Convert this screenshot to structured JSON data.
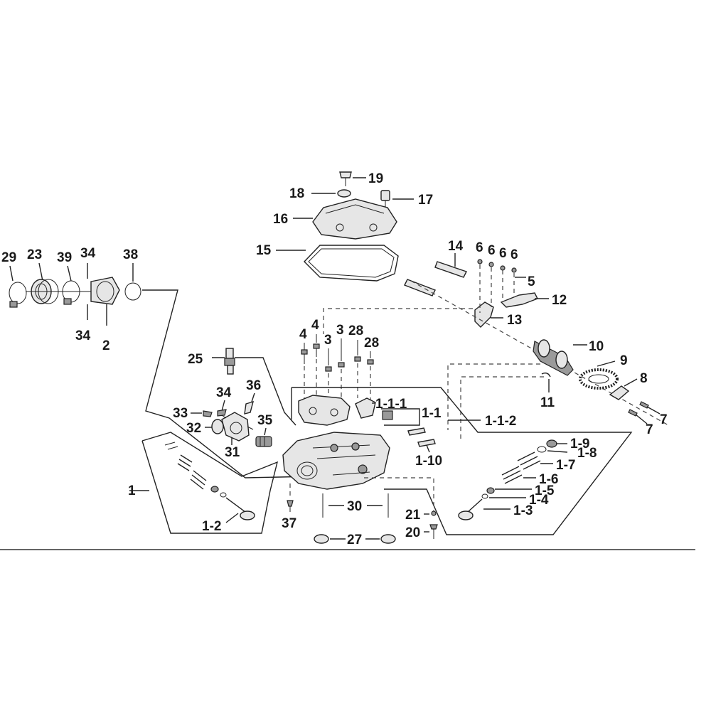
{
  "diagram": {
    "labels": {
      "l19": "19",
      "l18": "18",
      "l17": "17",
      "l16": "16",
      "l15": "15",
      "l14": "14",
      "l6a": "6",
      "l6b": "6",
      "l6c": "6",
      "l6d": "6",
      "l5": "5",
      "l12": "12",
      "l13": "13",
      "l10": "10",
      "l9": "9",
      "l8": "8",
      "l11": "11",
      "l7a": "7",
      "l7b": "7",
      "l29": "29",
      "l23": "23",
      "l39": "39",
      "l34a": "34",
      "l38": "38",
      "l34b": "34",
      "l2": "2",
      "l4a": "4",
      "l4b": "4",
      "l3a": "3",
      "l3b": "3",
      "l28a": "28",
      "l28b": "28",
      "l25": "25",
      "l34c": "34",
      "l36": "36",
      "l33": "33",
      "l35": "35",
      "l32": "32",
      "l31": "31",
      "l111": "1-1-1",
      "l11x": "1-1",
      "l112": "1-1-2",
      "l110": "1-10",
      "l1": "1",
      "l12v": "1-2",
      "l19v": "1-9",
      "l18v": "1-8",
      "l17v": "1-7",
      "l16v": "1-6",
      "l15v": "1-5",
      "l14v": "1-4",
      "l13v": "1-3",
      "l37": "37",
      "l30": "30",
      "l21": "21",
      "l20": "20",
      "l27": "27"
    }
  }
}
